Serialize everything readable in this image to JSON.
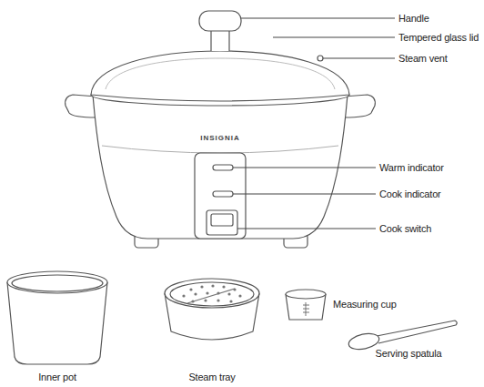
{
  "diagram": {
    "labels": [
      "Handle",
      "Tempered glass lid",
      "Steam vent",
      "INSIGNIA",
      "Warm indicator",
      "Cook indicator",
      "Cook switch",
      "Inner pot",
      "Steam tray",
      "Measuring cup",
      "Serving spatula"
    ]
  }
}
